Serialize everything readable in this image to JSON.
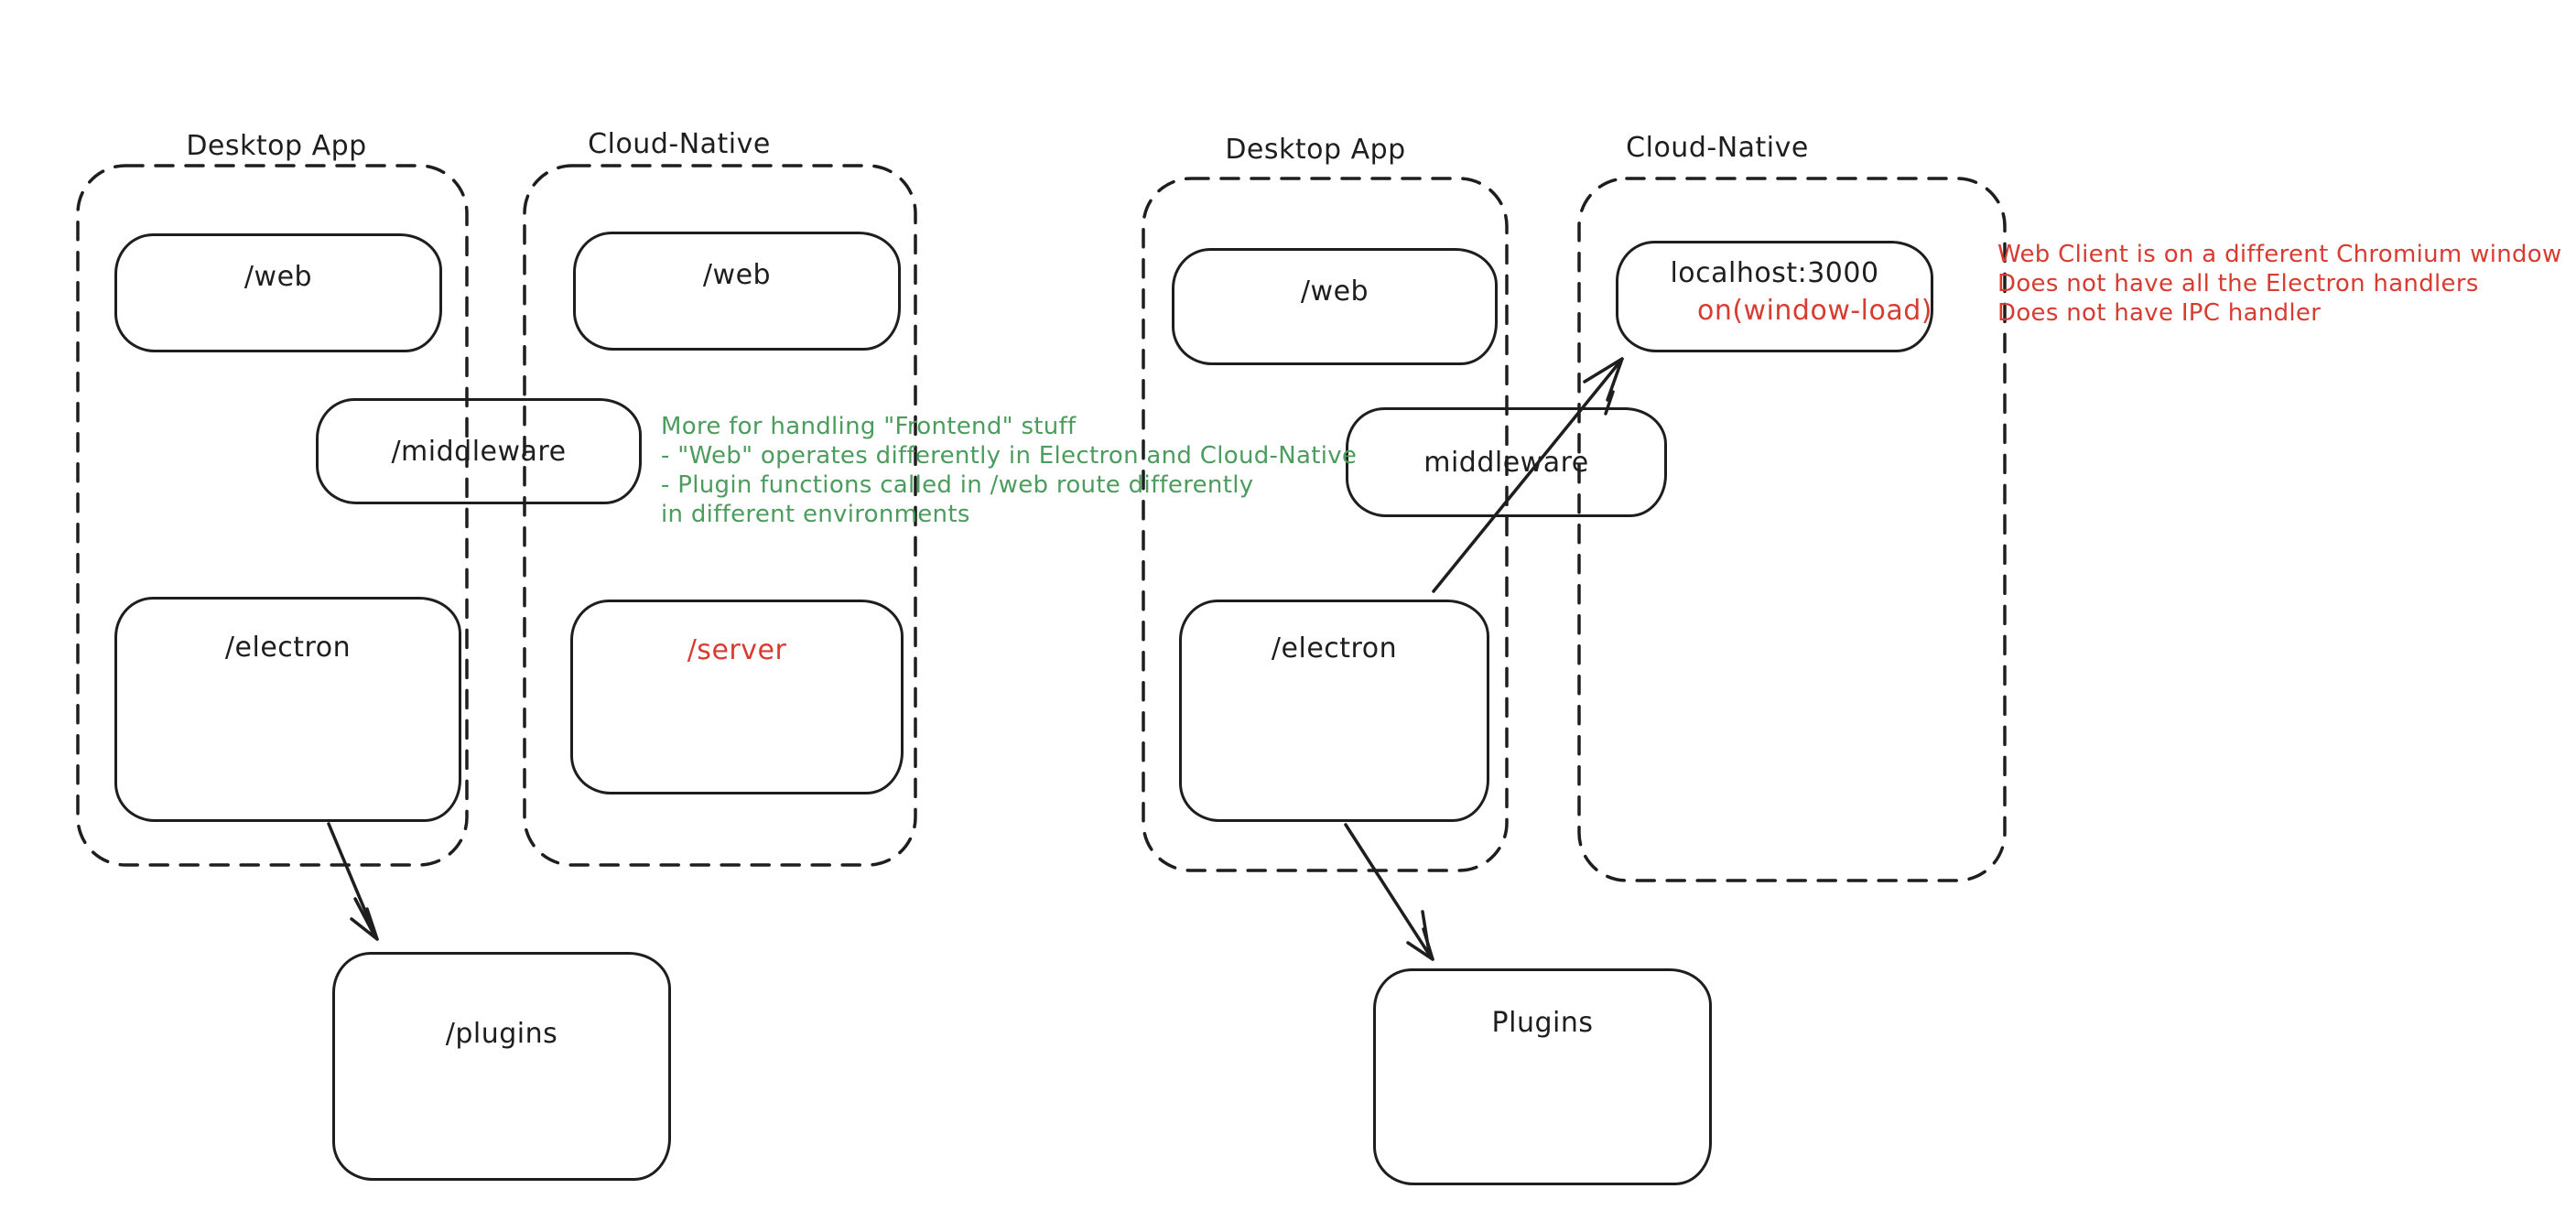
{
  "colors": {
    "ink": "#1e1e1e",
    "green": "#4b9c5d",
    "red": "#d83c31",
    "background": "#ffffff"
  },
  "left": {
    "desktop_label": "Desktop App",
    "cloud_label": "Cloud-Native",
    "web_desktop": "/web",
    "web_cloud": "/web",
    "middleware": "/middleware",
    "electron": "/electron",
    "server": "/server",
    "plugins": "/plugins",
    "note": {
      "lines": [
        "More for handling \"Frontend\" stuff",
        "- \"Web\" operates differently in Electron and Cloud-Native",
        "- Plugin functions called in /web route differently",
        "in different environments"
      ]
    }
  },
  "right": {
    "desktop_label": "Desktop App",
    "cloud_label": "Cloud-Native",
    "web": "/web",
    "localhost": "localhost:3000",
    "localhost_event": "on(window-load)",
    "middleware": "middleware",
    "electron": "/electron",
    "plugins": "Plugins",
    "note": {
      "lines": [
        "Web Client is on a different Chromium window",
        "Does not have all the Electron handlers",
        "Does not have IPC handler"
      ]
    }
  }
}
